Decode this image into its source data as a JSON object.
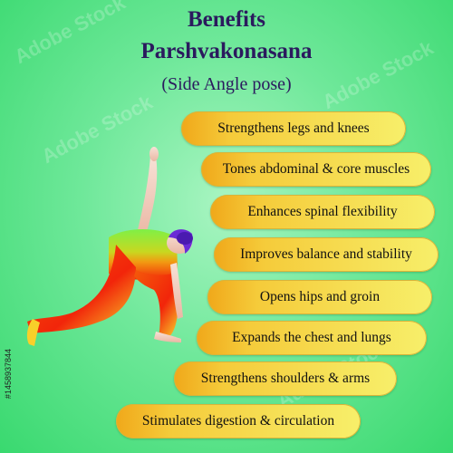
{
  "header": {
    "title_line1": "Benefits",
    "title_line2": "Parshvakonasana",
    "subtitle": "(Side Angle pose)"
  },
  "benefits": [
    {
      "label": "Strengthens legs and knees"
    },
    {
      "label": "Tones abdominal & core muscles"
    },
    {
      "label": "Enhances spinal flexibility"
    },
    {
      "label": "Improves balance and stability"
    },
    {
      "label": "Opens hips and groin"
    },
    {
      "label": "Expands the chest and lungs"
    },
    {
      "label": "Strengthens shoulders & arms"
    },
    {
      "label": "Stimulates digestion & circulation"
    }
  ],
  "watermark": {
    "text": "Adobe Stock"
  },
  "stock_id": "#1458937844",
  "colors": {
    "background": "#4fe07f",
    "title": "#2b1a5e",
    "pill_left": "#f0a81a",
    "pill_right": "#f7ef6a",
    "figure_top": "#6ee83a",
    "figure_bottom": "#f23a0a",
    "hair": "#6a2bd6"
  },
  "illustration": {
    "icon": "side-angle-pose-figure"
  }
}
